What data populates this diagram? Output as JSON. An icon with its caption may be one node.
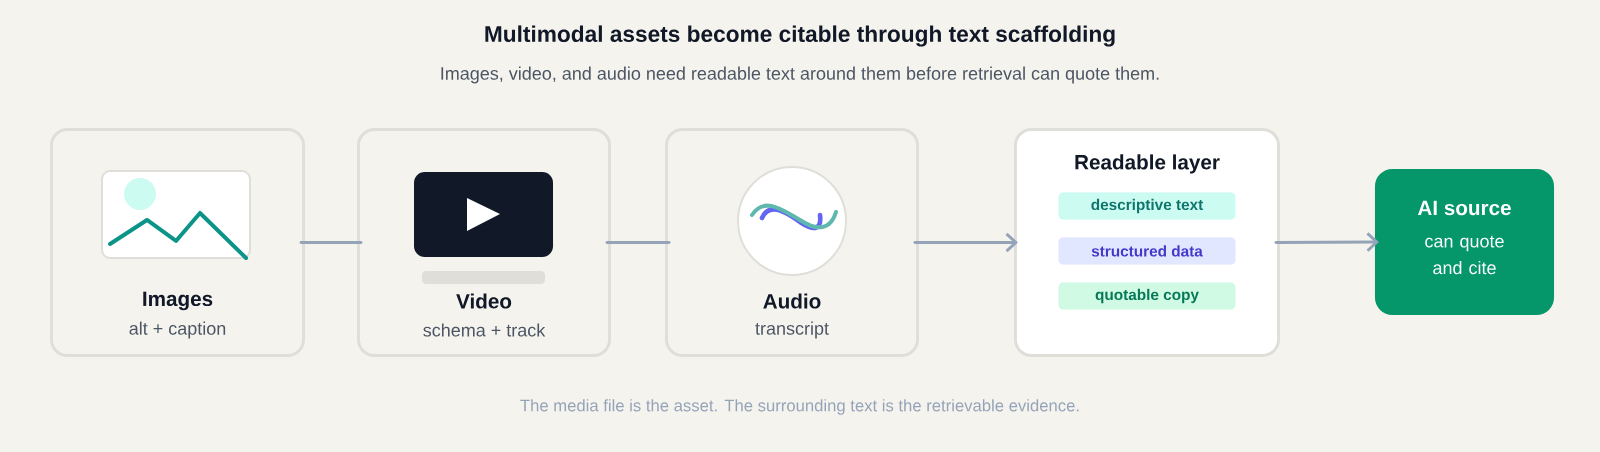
{
  "diagram": {
    "title": "Multimodal assets become citable through text scaffolding",
    "caption": "The media file is the asset. The surrounding text is the retrievable evidence.",
    "nodes": [
      {
        "text": [
          "Images",
          "alt + caption"
        ]
      },
      {
        "text": [
          "Video",
          "schema + track"
        ]
      },
      {
        "text": [
          "Audio",
          "transcript"
        ]
      },
      {
        "text": [
          "Readable layer"
        ]
      },
      {
        "text": [
          "descriptive text"
        ],
        "in": 3
      },
      {
        "text": [
          "structured data"
        ],
        "in": 3
      },
      {
        "text": [
          "quotable copy"
        ],
        "in": 3
      },
      {
        "text": [
          "AI source",
          "can quote and cite"
        ]
      }
    ],
    "edges": [
      {
        "from": 0,
        "to": 1,
        "arrow": "none"
      },
      {
        "from": 1,
        "to": 2,
        "arrow": "none"
      },
      {
        "from": 2,
        "to": 3,
        "arrow": "to"
      },
      {
        "from": 3,
        "to": 7,
        "arrow": "to"
      }
    ],
    "labels": [
      "Images, video, and audio need readable text around them before retrieval can quote them."
    ]
  }
}
